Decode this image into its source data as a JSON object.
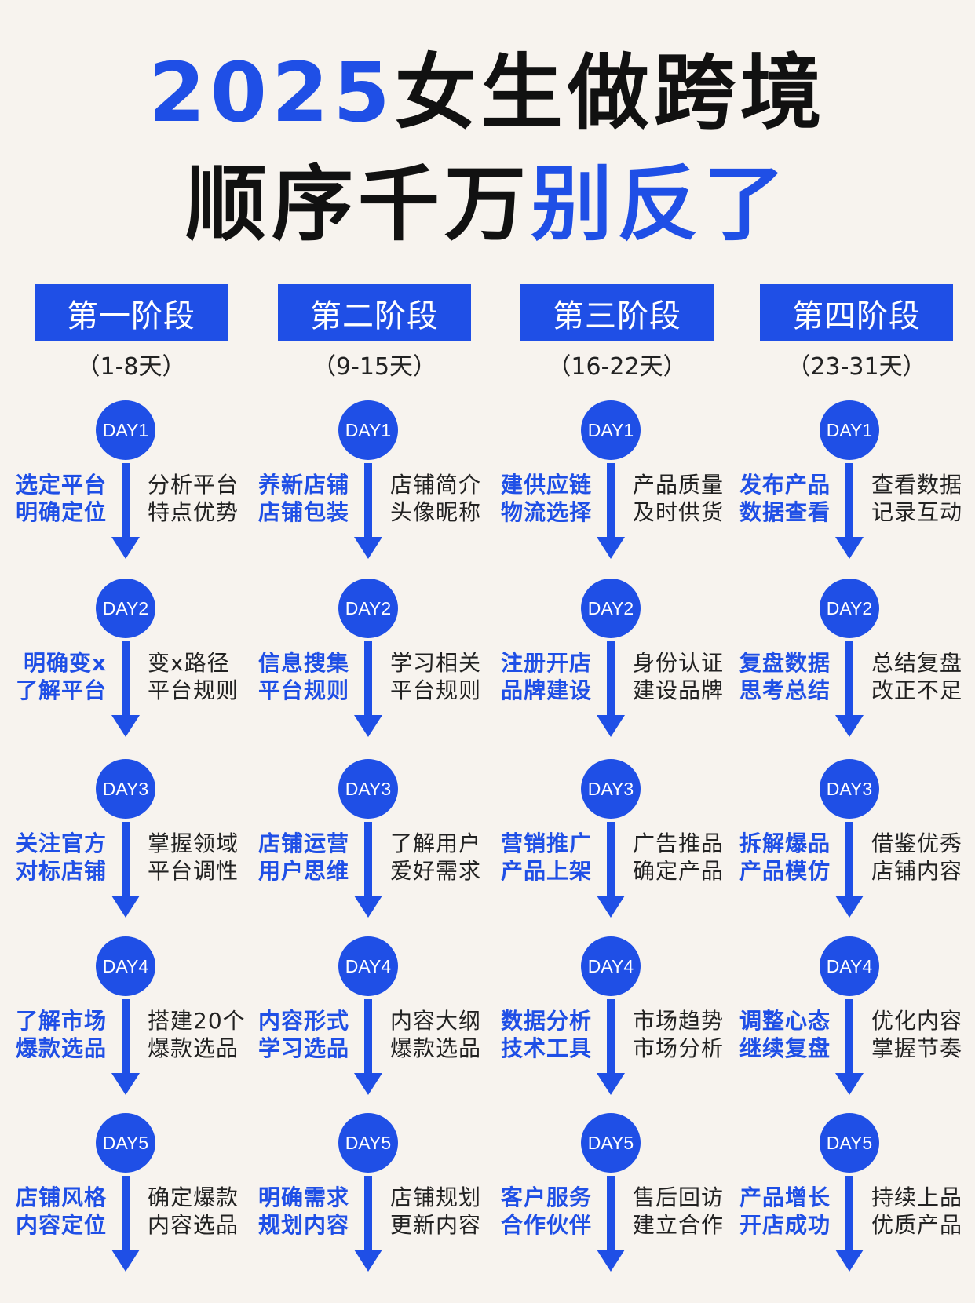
{
  "title": {
    "line1_year": "2025",
    "line1_rest": "女生做跨境",
    "line2_black": "顺序千万",
    "line2_blue": "别反了"
  },
  "colors": {
    "accent": "#1f4fe6",
    "background": "#f7f3ee",
    "text": "#222222"
  },
  "stages": [
    {
      "name": "第一阶段",
      "range": "（1-8天）",
      "days": [
        {
          "label": "DAY1",
          "left": [
            "选定平台",
            "明确定位"
          ],
          "right": [
            "分析平台",
            "特点优势"
          ]
        },
        {
          "label": "DAY2",
          "left": [
            "明确变x",
            "了解平台"
          ],
          "right": [
            "变x路径",
            "平台规则"
          ]
        },
        {
          "label": "DAY3",
          "left": [
            "关注官方",
            "对标店铺"
          ],
          "right": [
            "掌握领域",
            "平台调性"
          ]
        },
        {
          "label": "DAY4",
          "left": [
            "了解市场",
            "爆款选品"
          ],
          "right": [
            "搭建20个",
            "爆款选品"
          ]
        },
        {
          "label": "DAY5",
          "left": [
            "店铺风格",
            "内容定位"
          ],
          "right": [
            "确定爆款",
            "内容选品"
          ]
        }
      ]
    },
    {
      "name": "第二阶段",
      "range": "（9-15天）",
      "days": [
        {
          "label": "DAY1",
          "left": [
            "养新店铺",
            "店铺包装"
          ],
          "right": [
            "店铺简介",
            "头像昵称"
          ]
        },
        {
          "label": "DAY2",
          "left": [
            "信息搜集",
            "平台规则"
          ],
          "right": [
            "学习相关",
            "平台规则"
          ]
        },
        {
          "label": "DAY3",
          "left": [
            "店铺运营",
            "用户思维"
          ],
          "right": [
            "了解用户",
            "爱好需求"
          ]
        },
        {
          "label": "DAY4",
          "left": [
            "内容形式",
            "学习选品"
          ],
          "right": [
            "内容大纲",
            "爆款选品"
          ]
        },
        {
          "label": "DAY5",
          "left": [
            "明确需求",
            "规划内容"
          ],
          "right": [
            "店铺规划",
            "更新内容"
          ]
        }
      ]
    },
    {
      "name": "第三阶段",
      "range": "（16-22天）",
      "days": [
        {
          "label": "DAY1",
          "left": [
            "建供应链",
            "物流选择"
          ],
          "right": [
            "产品质量",
            "及时供货"
          ]
        },
        {
          "label": "DAY2",
          "left": [
            "注册开店",
            "品牌建设"
          ],
          "right": [
            "身份认证",
            "建设品牌"
          ]
        },
        {
          "label": "DAY3",
          "left": [
            "营销推广",
            "产品上架"
          ],
          "right": [
            "广告推品",
            "确定产品"
          ]
        },
        {
          "label": "DAY4",
          "left": [
            "数据分析",
            "技术工具"
          ],
          "right": [
            "市场趋势",
            "市场分析"
          ]
        },
        {
          "label": "DAY5",
          "left": [
            "客户服务",
            "合作伙伴"
          ],
          "right": [
            "售后回访",
            "建立合作"
          ]
        }
      ]
    },
    {
      "name": "第四阶段",
      "range": "（23-31天）",
      "days": [
        {
          "label": "DAY1",
          "left": [
            "发布产品",
            "数据查看"
          ],
          "right": [
            "查看数据",
            "记录互动"
          ]
        },
        {
          "label": "DAY2",
          "left": [
            "复盘数据",
            "思考总结"
          ],
          "right": [
            "总结复盘",
            "改正不足"
          ]
        },
        {
          "label": "DAY3",
          "left": [
            "拆解爆品",
            "产品模仿"
          ],
          "right": [
            "借鉴优秀",
            "店铺内容"
          ]
        },
        {
          "label": "DAY4",
          "left": [
            "调整心态",
            "继续复盘"
          ],
          "right": [
            "优化内容",
            "掌握节奏"
          ]
        },
        {
          "label": "DAY5",
          "left": [
            "产品增长",
            "开店成功"
          ],
          "right": [
            "持续上品",
            "优质产品"
          ]
        }
      ]
    }
  ]
}
